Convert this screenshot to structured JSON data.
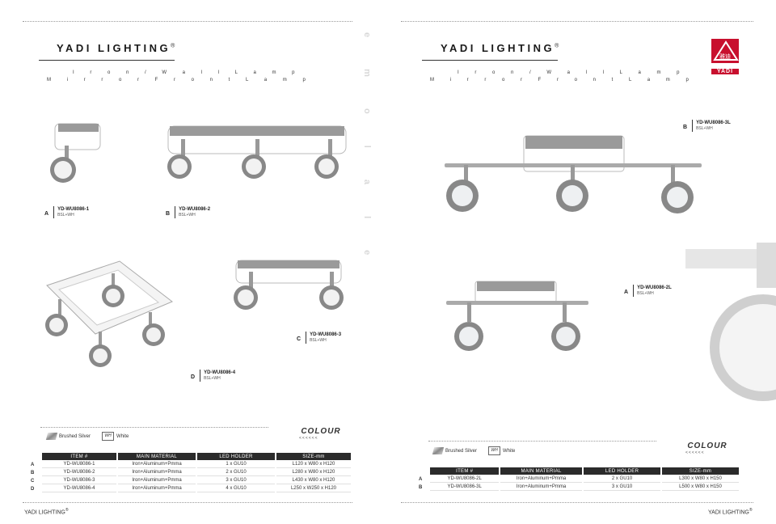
{
  "left": {
    "brand": "YADI LIGHTING",
    "reg": "®",
    "subtitle1": "I r o n   /   W a l l   L a m p",
    "subtitle2": "M i r r o r   F r o n t   L a m p",
    "products": [
      {
        "letter": "A",
        "code": "YD-WU8086-1",
        "finish": "BSL+WH"
      },
      {
        "letter": "B",
        "code": "YD-WU8086-2",
        "finish": "BSL+WH"
      },
      {
        "letter": "C",
        "code": "YD-WU8086-3",
        "finish": "BSL+WH"
      },
      {
        "letter": "D",
        "code": "YD-WU8086-4",
        "finish": "BSL+WH"
      }
    ],
    "table": {
      "headers": [
        "ITEM #",
        "MAIN MATERIAL",
        "LED HOLDER",
        "SIZE-mm"
      ],
      "rows": [
        {
          "label": "A",
          "item": "YD-WU8086-1",
          "material": "Iron+Aluminum+Pmma",
          "holder": "1 x GU10",
          "size": "L120 x W80 x H120"
        },
        {
          "label": "B",
          "item": "YD-WU8086-2",
          "material": "Iron+Aluminum+Pmma",
          "holder": "2 x GU10",
          "size": "L280 x W80 x H120"
        },
        {
          "label": "C",
          "item": "YD-WU8086-3",
          "material": "Iron+Aluminum+Pmma",
          "holder": "3 x GU10",
          "size": "L430 x W80 x H120"
        },
        {
          "label": "D",
          "item": "YD-WU8086-4",
          "material": "Iron+Aluminum+Pmma",
          "holder": "4 x GU10",
          "size": "L250 x W250 x H120"
        }
      ]
    },
    "footer": "YADI LIGHTING"
  },
  "right": {
    "brand": "YADI LIGHTING",
    "reg": "®",
    "subtitle1": "I r o n   /   W a l l   L a m p",
    "subtitle2": "M i r r o r   F r o n t   L a m p",
    "logo_text": "YADI",
    "logo_cn": "雅迪",
    "products": [
      {
        "letter": "B",
        "code": "YD-WU8086-3L",
        "finish": "BSL+WH"
      },
      {
        "letter": "A",
        "code": "YD-WU8086-2L",
        "finish": "BSL+WH"
      }
    ],
    "table": {
      "headers": [
        "ITEM #",
        "MAIN MATERIAL",
        "LED HOLDER",
        "SIZE-mm"
      ],
      "rows": [
        {
          "label": "A",
          "item": "YD-WU8086-2L",
          "material": "Iron+Aluminum+Pmma",
          "holder": "2 x GU10",
          "size": "L300 x W80 x H150"
        },
        {
          "label": "B",
          "item": "YD-WU8086-3L",
          "material": "Iron+Aluminum+Pmma",
          "holder": "3 x GU10",
          "size": "L500 x W80 x H150"
        }
      ]
    },
    "footer": "YADI LIGHTING"
  },
  "colour": {
    "title": "COLOUR",
    "arrows": "<<<<<<",
    "swatch_bsl": "Brushed Silver",
    "swatch_wh_tag": "WH",
    "swatch_wh": "White"
  },
  "vertical_text": "e m o l a l e",
  "colors": {
    "accent": "#c8102e",
    "header_bg": "#2b2b2b"
  }
}
